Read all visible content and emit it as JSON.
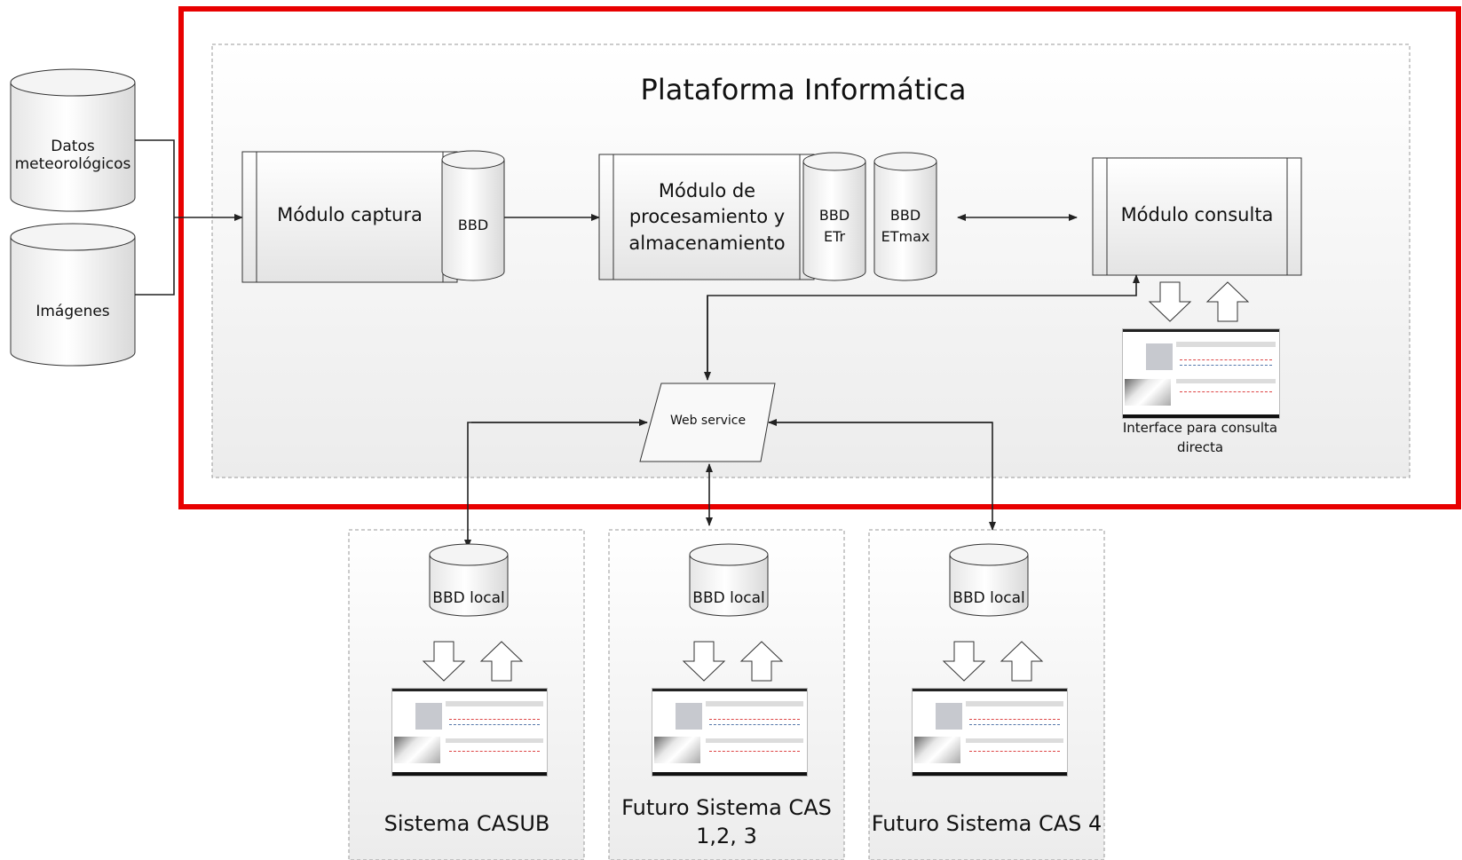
{
  "title": "Plataforma Informática",
  "sources": {
    "meteo": "Datos meteorológicos",
    "images": "Imágenes"
  },
  "modules": {
    "capture": "Módulo captura",
    "capture_db": "BBD",
    "processing": "Módulo de procesamiento y almacenamiento",
    "db_etr": "BBD ETr",
    "db_etmax": "BBD ETmax",
    "query": "Módulo consulta"
  },
  "web_service": "Web service",
  "interface_caption": "Interface para consulta directa",
  "systems": [
    {
      "db": "BBD local",
      "name": "Sistema CASUB"
    },
    {
      "db": "BBD local",
      "name": "Futuro Sistema CAS 1,2, 3"
    },
    {
      "db": "BBD local",
      "name": "Futuro Sistema CAS 4"
    }
  ],
  "colors": {
    "highlight_border": "#e80000",
    "panel_fill": "#f1f1f1",
    "line": "#222222"
  }
}
